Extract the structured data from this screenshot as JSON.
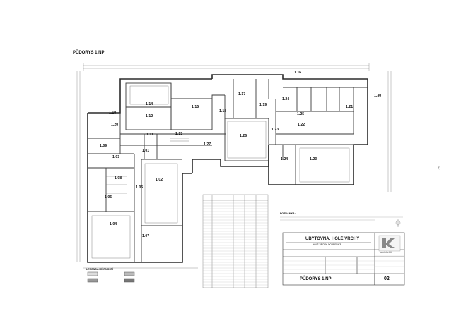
{
  "sheet": {
    "heading": "PŮDORYS 1.NP",
    "side_page_number": "25"
  },
  "rooms": [
    {
      "id": "r1_14",
      "label": "1.14"
    },
    {
      "id": "r1_12",
      "label": "1.12"
    },
    {
      "id": "r1_15",
      "label": "1.15"
    },
    {
      "id": "r1_16",
      "label": "1.16"
    },
    {
      "id": "r1_17",
      "label": "1.17"
    },
    {
      "id": "r1_18",
      "label": "1.18"
    },
    {
      "id": "r1_19",
      "label": "1.19"
    },
    {
      "id": "r1_10",
      "label": "1.10"
    },
    {
      "id": "r1_20",
      "label": "1.20"
    },
    {
      "id": "r1_30",
      "label": "1.30"
    },
    {
      "id": "r1_24a",
      "label": "1.24"
    },
    {
      "id": "r1_25",
      "label": "1.25"
    },
    {
      "id": "r1_21",
      "label": "1.21"
    },
    {
      "id": "r1_22",
      "label": "1.22"
    },
    {
      "id": "r1_26",
      "label": "1.26"
    },
    {
      "id": "r1_27",
      "label": "1.27"
    },
    {
      "id": "r1_11",
      "label": "1.11"
    },
    {
      "id": "r1_13",
      "label": "1.13"
    },
    {
      "id": "r1_01",
      "label": "1.01"
    },
    {
      "id": "r1_03",
      "label": "1.03"
    },
    {
      "id": "r1_02",
      "label": "1.02"
    },
    {
      "id": "r1_05",
      "label": "1.05"
    },
    {
      "id": "r1_06",
      "label": "1.06"
    },
    {
      "id": "r1_07",
      "label": "1.07"
    },
    {
      "id": "r1_04",
      "label": "1.04"
    },
    {
      "id": "r1_08",
      "label": "1.08"
    },
    {
      "id": "r1_09",
      "label": "1.09"
    },
    {
      "id": "r1_24b",
      "label": "1.24"
    },
    {
      "id": "r1_23",
      "label": "1.23"
    },
    {
      "id": "r1_23b",
      "label": "1.23"
    }
  ],
  "legend": {
    "title": "LEGENDA MÍSTNOSTÍ",
    "notes_title": "POZNÁMKA:"
  },
  "title_block": {
    "project": "UBYTOVNA, HOLÉ VRCHY",
    "subtitle": "HOLÉ VRCHY, DOBRENICE",
    "drawing": "PŮDORYS 1.NP",
    "sheet_no": "02",
    "firm": "architekti"
  },
  "colors": {
    "wall": "#2b2b2b",
    "thin": "#555555",
    "faint": "#9a9a9a",
    "paper": "#ffffff"
  }
}
